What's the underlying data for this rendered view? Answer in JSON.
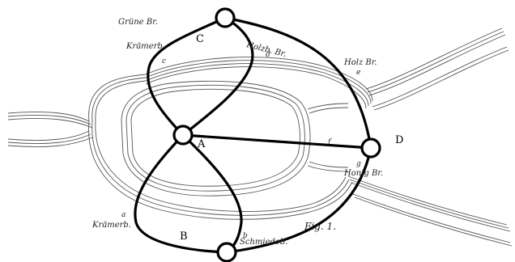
{
  "nodes": {
    "A": "A",
    "B": "B",
    "C": "C",
    "D": "D"
  },
  "bridge_labels": {
    "top_left": "Grüne Br.",
    "top_left_2": "Krämerb.",
    "top_middle": "Holzb. Br.",
    "top_right": "Holz Br.",
    "bottom_right": "Honig Br.",
    "bottom_left": "Krämerb.",
    "bottom_middle": "Schmiedeb."
  },
  "edge_letters": {
    "a": "a",
    "b": "b",
    "c": "c",
    "d": "d",
    "e": "e",
    "f": "f",
    "g": "g"
  },
  "figure_label": "Fig. 1."
}
